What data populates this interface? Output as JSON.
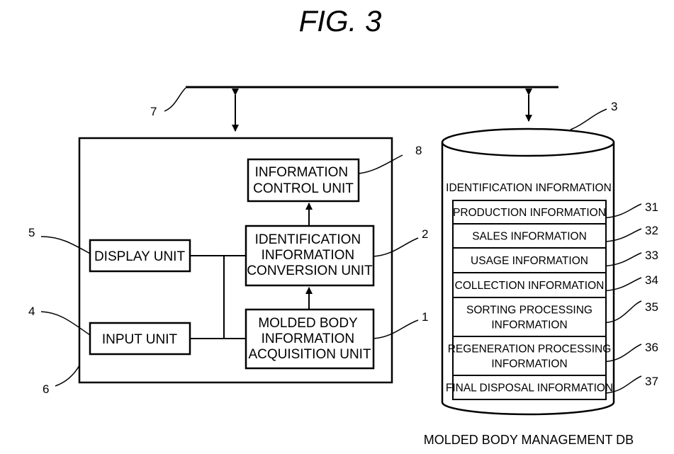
{
  "figure": {
    "title": "FIG. 3"
  },
  "units": {
    "information_control": {
      "ref": "8",
      "lines": [
        "INFORMATION",
        "CONTROL UNIT"
      ]
    },
    "identification_conversion": {
      "ref": "2",
      "lines": [
        "IDENTIFICATION",
        "INFORMATION",
        "CONVERSION UNIT"
      ]
    },
    "molded_body_acquisition": {
      "ref": "1",
      "lines": [
        "MOLDED BODY",
        "INFORMATION",
        "ACQUISITION UNIT"
      ]
    },
    "display": {
      "ref": "5",
      "label": "DISPLAY UNIT"
    },
    "input": {
      "ref": "4",
      "label": "INPUT UNIT"
    },
    "apparatus": {
      "ref": "6"
    },
    "network": {
      "ref": "7"
    }
  },
  "database": {
    "ref": "3",
    "name": "MOLDED BODY MANAGEMENT DB",
    "header": "IDENTIFICATION INFORMATION",
    "records": [
      {
        "ref": "31",
        "lines": [
          "PRODUCTION INFORMATION"
        ]
      },
      {
        "ref": "32",
        "lines": [
          "SALES INFORMATION"
        ]
      },
      {
        "ref": "33",
        "lines": [
          "USAGE INFORMATION"
        ]
      },
      {
        "ref": "34",
        "lines": [
          "COLLECTION INFORMATION"
        ]
      },
      {
        "ref": "35",
        "lines": [
          "SORTING PROCESSING",
          "INFORMATION"
        ]
      },
      {
        "ref": "36",
        "lines": [
          "REGENERATION PROCESSING",
          "INFORMATION"
        ]
      },
      {
        "ref": "37",
        "lines": [
          "FINAL DISPOSAL INFORMATION"
        ]
      }
    ]
  }
}
